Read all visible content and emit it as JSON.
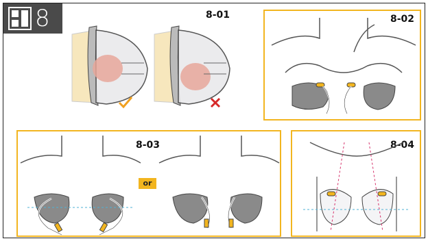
{
  "section": {
    "number": "8"
  },
  "steps": [
    {
      "id": "8-01"
    },
    {
      "id": "8-02"
    },
    {
      "id": "8-03"
    },
    {
      "id": "8-04"
    }
  ],
  "connector_label": "or",
  "colors": {
    "accent": "#f2b51f",
    "badge": "#4a4a4a",
    "check": "#f0a020",
    "cross": "#d62828",
    "skin": "#f7e7bd",
    "bra": "#8a8a8a"
  },
  "icons": [
    "book-icon",
    "check-icon",
    "cross-icon"
  ]
}
